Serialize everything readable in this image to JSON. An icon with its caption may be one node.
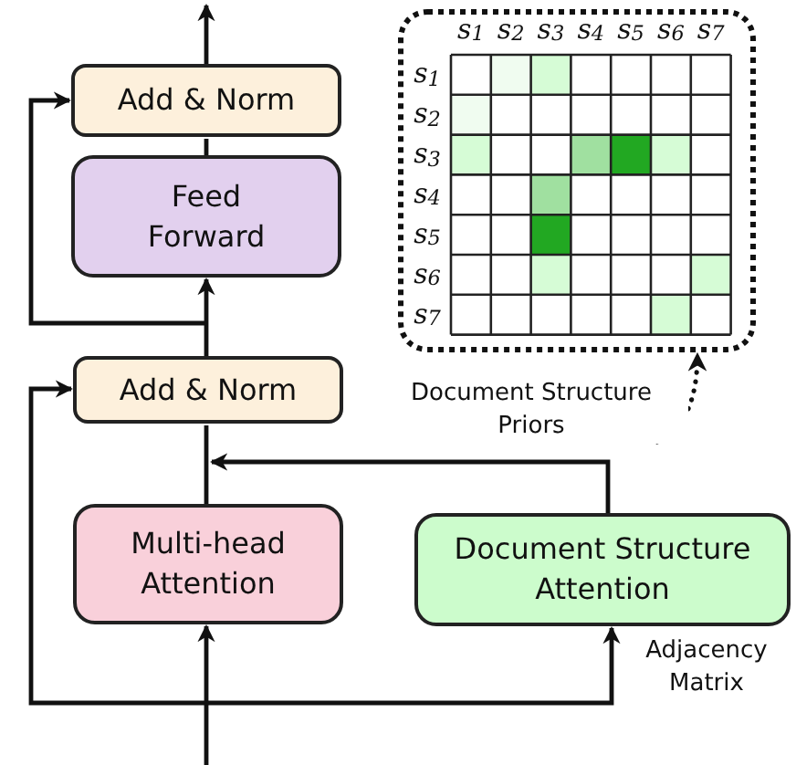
{
  "diagram": {
    "nodes": [
      {
        "text": [
          "Add & Norm"
        ]
      },
      {
        "text": [
          "Feed Forward"
        ]
      },
      {
        "text": [
          "Add & Norm"
        ]
      },
      {
        "text": [
          "Multi-head Attention"
        ]
      },
      {
        "text": [
          "Document Structure Attention"
        ],
        "beside": [
          "Adjacency Matrix"
        ]
      },
      {
        "text": [],
        "shape": "box"
      },
      {
        "text": [
          "Document Structure Priors"
        ]
      }
    ],
    "edges": [
      {
        "from": null,
        "to": 3,
        "arrow": "to"
      },
      {
        "from": null,
        "to": 2,
        "arrow": "to"
      },
      {
        "from": null,
        "to": 4,
        "arrow": "to"
      },
      {
        "from": 3,
        "to": 2,
        "arrow": "none"
      },
      {
        "from": 4,
        "to": 2,
        "arrow": "to"
      },
      {
        "from": 2,
        "to": 1,
        "arrow": "to"
      },
      {
        "from": 2,
        "to": 0,
        "arrow": "to"
      },
      {
        "from": 1,
        "to": 0,
        "arrow": "none"
      },
      {
        "from": 0,
        "to": null,
        "arrow": "to"
      },
      {
        "from": 6,
        "to": 5,
        "arrow": "to",
        "style": "dashed"
      }
    ],
    "labels": [
      "s$_{1}$",
      "s$_{2}$",
      "s$_{3}$",
      "s$_{4}$",
      "s$_{5}$",
      "s$_{6}$",
      "s$_{7}$",
      "s$_{1}$",
      "s$_{2}$",
      "s$_{3}$",
      "s$_{4}$",
      "s$_{5}$",
      "s$_{6}$",
      "s$_{7}$"
    ]
  }
}
